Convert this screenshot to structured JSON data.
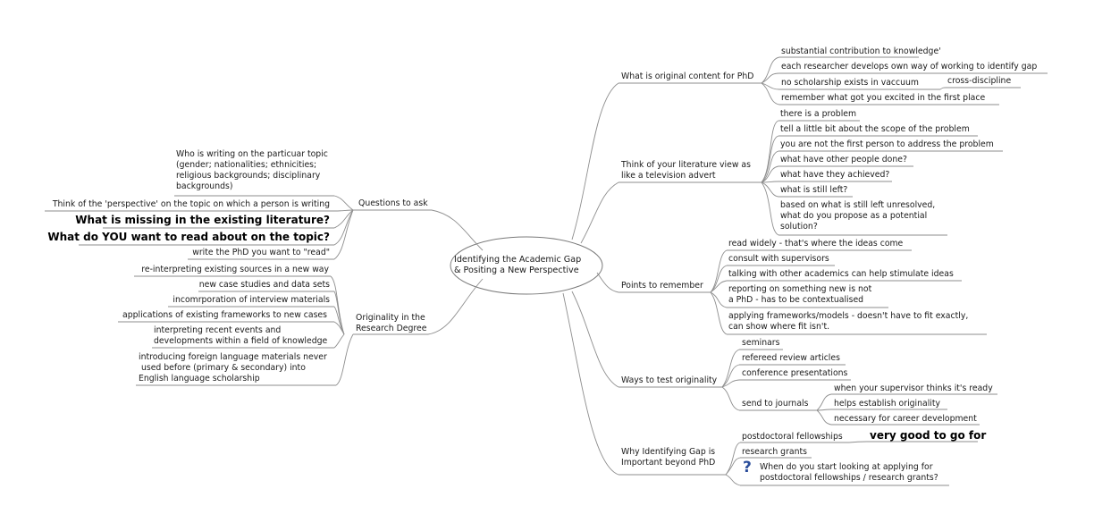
{
  "central": "Identifying the Academic Gap\n& Positing a New Perspective",
  "right": {
    "original": {
      "label": "What is original content for PhD",
      "items": [
        "substantial contribution to knowledge'",
        "each researcher develops own way of working to identify gap",
        "no scholarship exists in vaccuum",
        "remember what got you excited in the first place"
      ],
      "sub": "cross-discipline"
    },
    "tv": {
      "label": "Think of your literature view as\nlike a television advert",
      "items": [
        "there is a problem",
        "tell a little bit about the scope of the problem",
        "you are not the first person to address the problem",
        "what have other people done?",
        "what have they achieved?",
        "what is still left?",
        "based on what is still left unresolved,\nwhat do you propose as a potential\nsolution?"
      ]
    },
    "points": {
      "label": "Points to remember",
      "items": [
        "read widely - that's where the ideas come",
        "consult with supervisors",
        "talking with other academics can help stimulate ideas",
        "reporting on something new is not\na PhD - has to be contextualised",
        "applying frameworks/models - doesn't have to fit exactly,\ncan show where fit isn't."
      ]
    },
    "ways": {
      "label": "Ways to test originality",
      "items": [
        "seminars",
        "refereed review articles",
        "conference presentations",
        "send to journals"
      ],
      "journals": [
        "when your supervisor thinks it's ready",
        "helps establish originality",
        "necessary for career development"
      ]
    },
    "why": {
      "label": "Why Identifying Gap is\nImportant beyond PhD",
      "items": [
        "postdoctoral fellowships",
        "research grants",
        "When do you start looking at applying for\npostdoctoral fellowships / research grants?"
      ],
      "fellowship_sub": "very good to go for",
      "question_icon": "?"
    }
  },
  "left": {
    "questions": {
      "label": "Questions to ask",
      "items": [
        "Who is writing on the particuar topic\n(gender; nationalities; ethnicities;\nreligious backgrounds; disciplinary\nbackgrounds)",
        "Think of the 'perspective' on the topic on which a person is writing",
        "What is missing in the existing literature?",
        "What do YOU want to read about on the topic?",
        "write the PhD you want to \"read\""
      ]
    },
    "originality": {
      "label": "Originality in the\nResearch Degree",
      "items": [
        "re-interpreting existing sources in a new way",
        "new case studies and data sets",
        "incomrporation of interview materials",
        "applications of existing frameworks to new cases",
        "interpreting recent events and\ndevelopments within a field of knowledge",
        "introducing foreign language materials never\n used before (primary & secondary) into\nEnglish language scholarship"
      ]
    }
  }
}
